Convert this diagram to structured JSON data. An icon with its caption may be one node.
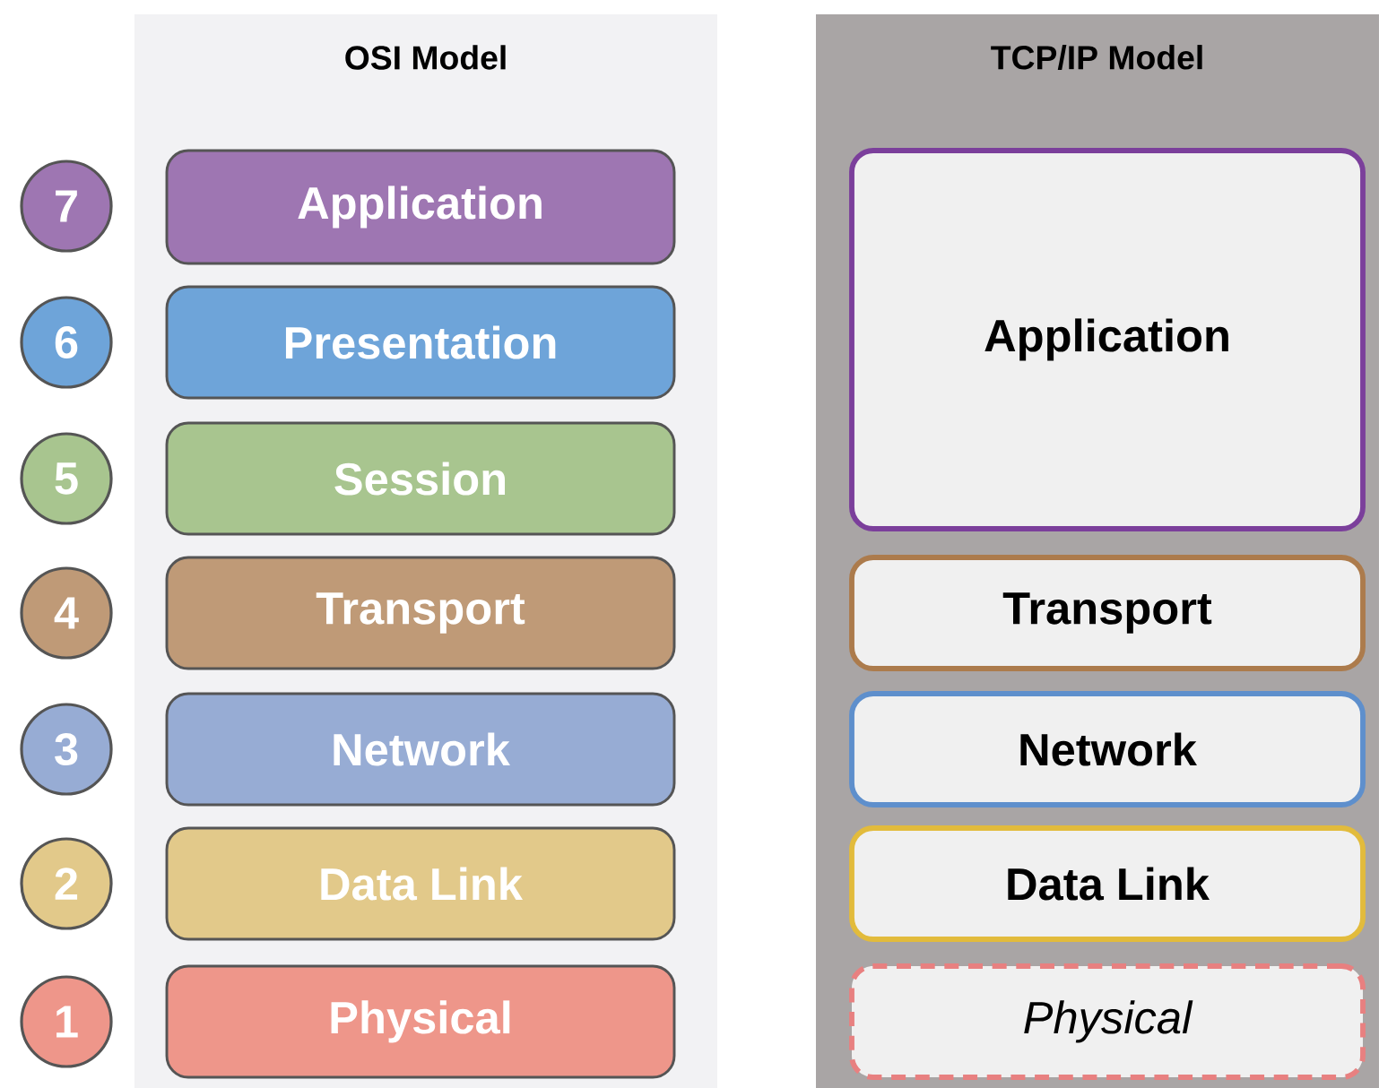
{
  "diagram": {
    "nodes": [
      {
        "text": [
          "OSI Model"
        ]
      },
      {
        "text": [
          "Application"
        ],
        "in": 0
      },
      {
        "text": [
          "Presentation"
        ],
        "in": 0
      },
      {
        "text": [
          "Session"
        ],
        "in": 0
      },
      {
        "text": [
          "Transport"
        ],
        "in": 0
      },
      {
        "text": [
          "Network"
        ],
        "in": 0
      },
      {
        "text": [
          "Data Link"
        ],
        "in": 0
      },
      {
        "text": [
          "Physical"
        ],
        "in": 0
      },
      {
        "text": [
          "7"
        ]
      },
      {
        "text": [
          "6"
        ]
      },
      {
        "text": [
          "5"
        ]
      },
      {
        "text": [
          "4"
        ]
      },
      {
        "text": [
          "3"
        ]
      },
      {
        "text": [
          "2"
        ]
      },
      {
        "text": [
          "1"
        ]
      },
      {
        "text": [
          "TCP/IP Model"
        ]
      },
      {
        "text": [
          "Application"
        ],
        "in": 15
      },
      {
        "text": [
          "Transport"
        ],
        "in": 15
      },
      {
        "text": [
          "Network"
        ],
        "in": 15
      },
      {
        "text": [
          "Data Link"
        ],
        "in": 15
      },
      {
        "text": [
          "Physical"
        ],
        "in": 15
      }
    ]
  }
}
